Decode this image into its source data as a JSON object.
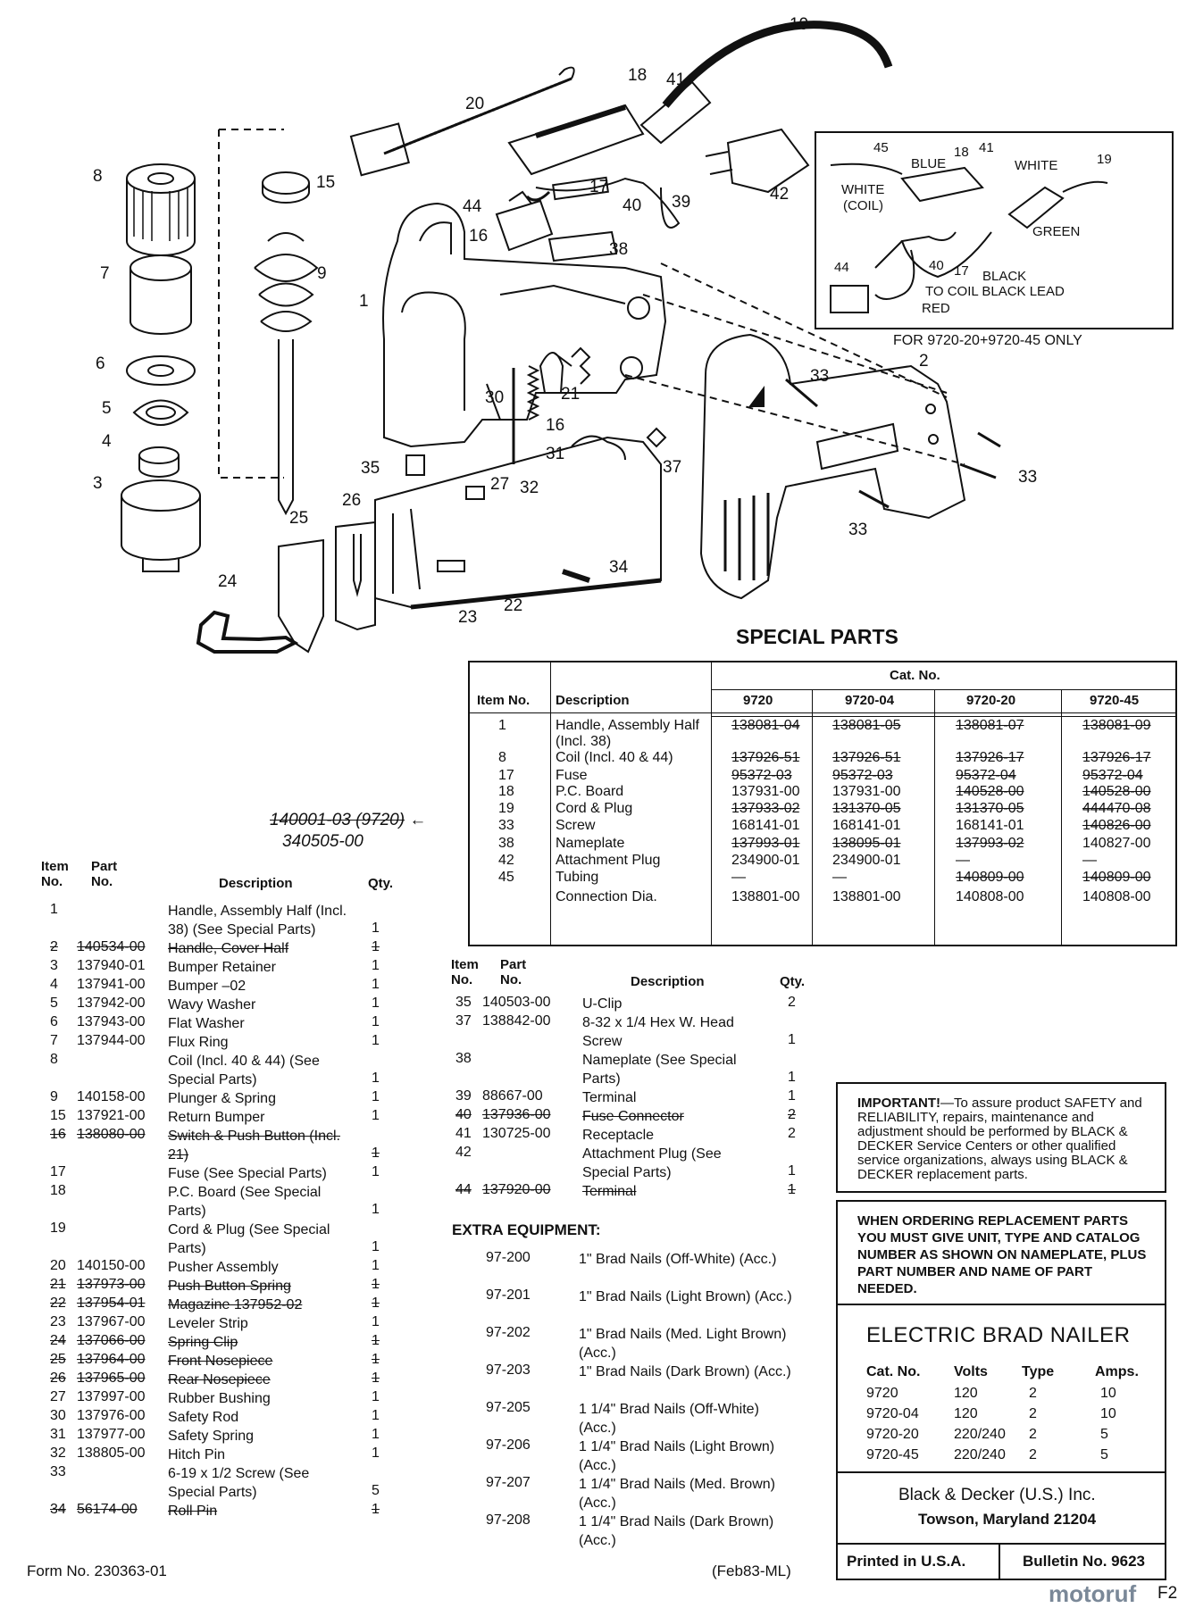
{
  "title": "SPECIAL PARTS",
  "special_table": {
    "col_headers": {
      "item_no": "Item No.",
      "description": "Description",
      "cat_no": "Cat. No."
    },
    "models": [
      "9720",
      "9720-04",
      "9720-20",
      "9720-45"
    ],
    "rows": [
      {
        "item": "1",
        "desc": "Handle, Assembly Half (Incl. 38)",
        "values": [
          "138081-04",
          "138081-05",
          "138081-07",
          "138081-09"
        ],
        "struck": [
          true,
          true,
          true,
          true
        ]
      },
      {
        "item": "8",
        "desc": "Coil (Incl. 40 & 44)",
        "values": [
          "137926-51",
          "137926-51",
          "137926-17",
          "137926-17"
        ],
        "struck": [
          true,
          true,
          true,
          true
        ]
      },
      {
        "item": "17",
        "desc": "Fuse",
        "values": [
          "95372-03",
          "95372-03",
          "95372-04",
          "95372-04"
        ],
        "struck": [
          true,
          true,
          true,
          true
        ]
      },
      {
        "item": "18",
        "desc": "P.C. Board",
        "values": [
          "137931-00",
          "137931-00",
          "140528-00",
          "140528-00"
        ],
        "struck": [
          false,
          false,
          true,
          true
        ]
      },
      {
        "item": "19",
        "desc": "Cord & Plug",
        "values": [
          "137933-02",
          "131370-05",
          "131370-05",
          "444470-08"
        ],
        "struck": [
          true,
          true,
          true,
          true
        ]
      },
      {
        "item": "33",
        "desc": "Screw",
        "values": [
          "168141-01",
          "168141-01",
          "168141-01",
          "140826-00"
        ],
        "struck": [
          false,
          false,
          false,
          true
        ]
      },
      {
        "item": "38",
        "desc": "Nameplate",
        "values": [
          "137993-01",
          "138095-01",
          "137993-02",
          "140827-00"
        ],
        "struck": [
          true,
          true,
          true,
          false
        ]
      },
      {
        "item": "42",
        "desc": "Attachment Plug",
        "values": [
          "234900-01",
          "234900-01",
          "—",
          "—"
        ],
        "struck": [
          false,
          false,
          false,
          false
        ]
      },
      {
        "item": "45",
        "desc": "Tubing",
        "values": [
          "—",
          "—",
          "140809-00",
          "140809-00"
        ],
        "struck": [
          false,
          false,
          true,
          true
        ]
      },
      {
        "item": "",
        "desc": "Connection Dia.",
        "values": [
          "138801-00",
          "138801-00",
          "140808-00",
          "140808-00"
        ],
        "struck": [
          false,
          false,
          false,
          false
        ]
      }
    ],
    "handwritten_note_1": "140001-03 (9720)",
    "handwritten_note_2": "340505-00"
  },
  "parts_list_left": {
    "headers": {
      "item": "Item No.",
      "part": "Part No.",
      "description": "Description",
      "qty": "Qty."
    },
    "rows": [
      {
        "item": "1",
        "part": "",
        "desc": "Handle, Assembly Half (Incl. 38) (See Special Parts)",
        "qty": "1",
        "struck": false
      },
      {
        "item": "2",
        "part": "140534-00",
        "desc": "Handle, Cover Half",
        "qty": "1",
        "struck": true
      },
      {
        "item": "3",
        "part": "137940-01",
        "desc": "Bumper Retainer",
        "qty": "1",
        "struck": false
      },
      {
        "item": "4",
        "part": "137941-00",
        "desc": "Bumper –02",
        "qty": "1",
        "struck": false
      },
      {
        "item": "5",
        "part": "137942-00",
        "desc": "Wavy Washer",
        "qty": "1",
        "struck": false
      },
      {
        "item": "6",
        "part": "137943-00",
        "desc": "Flat Washer",
        "qty": "1",
        "struck": false
      },
      {
        "item": "7",
        "part": "137944-00",
        "desc": "Flux Ring",
        "qty": "1",
        "struck": false
      },
      {
        "item": "8",
        "part": "",
        "desc": "Coil (Incl. 40 & 44) (See Special Parts)",
        "qty": "1",
        "struck": false
      },
      {
        "item": "9",
        "part": "140158-00",
        "desc": "Plunger & Spring",
        "qty": "1",
        "struck": false
      },
      {
        "item": "15",
        "part": "137921-00",
        "desc": "Return Bumper",
        "qty": "1",
        "struck": false
      },
      {
        "item": "16",
        "part": "138080-00",
        "desc": "Switch & Push Button (Incl. 21)",
        "qty": "1",
        "struck": true
      },
      {
        "item": "17",
        "part": "",
        "desc": "Fuse (See Special Parts)",
        "qty": "1",
        "struck": false
      },
      {
        "item": "18",
        "part": "",
        "desc": "P.C. Board (See Special Parts)",
        "qty": "1",
        "struck": false
      },
      {
        "item": "19",
        "part": "",
        "desc": "Cord & Plug (See Special Parts)",
        "qty": "1",
        "struck": false
      },
      {
        "item": "20",
        "part": "140150-00",
        "desc": "Pusher Assembly",
        "qty": "1",
        "struck": false
      },
      {
        "item": "21",
        "part": "137973-00",
        "desc": "Push Button Spring",
        "qty": "1",
        "struck": true
      },
      {
        "item": "22",
        "part": "137954-01",
        "desc": "Magazine 137952-02",
        "qty": "1",
        "struck": true
      },
      {
        "item": "23",
        "part": "137967-00",
        "desc": "Leveler Strip",
        "qty": "1",
        "struck": false
      },
      {
        "item": "24",
        "part": "137066-00",
        "desc": "Spring Clip",
        "qty": "1",
        "struck": true
      },
      {
        "item": "25",
        "part": "137964-00",
        "desc": "Front Nosepiece",
        "qty": "1",
        "struck": true
      },
      {
        "item": "26",
        "part": "137965-00",
        "desc": "Rear Nosepiece",
        "qty": "1",
        "struck": true
      },
      {
        "item": "27",
        "part": "137997-00",
        "desc": "Rubber Bushing",
        "qty": "1",
        "struck": false
      },
      {
        "item": "30",
        "part": "137976-00",
        "desc": "Safety Rod",
        "qty": "1",
        "struck": false
      },
      {
        "item": "31",
        "part": "137977-00",
        "desc": "Safety Spring",
        "qty": "1",
        "struck": false
      },
      {
        "item": "32",
        "part": "138805-00",
        "desc": "Hitch Pin",
        "qty": "1",
        "struck": false
      },
      {
        "item": "33",
        "part": "",
        "desc": "6-19 x 1/2 Screw (See Special Parts)",
        "qty": "5",
        "struck": false
      },
      {
        "item": "34",
        "part": "56174-00",
        "desc": "Roll Pin",
        "qty": "1",
        "struck": true
      }
    ]
  },
  "parts_list_mid": {
    "headers": {
      "item": "Item No.",
      "part": "Part No.",
      "description": "Description",
      "qty": "Qty."
    },
    "rows": [
      {
        "item": "35",
        "part": "140503-00",
        "desc": "U-Clip",
        "qty": "2",
        "struck": false
      },
      {
        "item": "37",
        "part": "138842-00",
        "desc": "8-32 x 1/4 Hex W. Head Screw",
        "qty": "1",
        "struck": false
      },
      {
        "item": "38",
        "part": "",
        "desc": "Nameplate (See Special Parts)",
        "qty": "1",
        "struck": false
      },
      {
        "item": "39",
        "part": "88667-00",
        "desc": "Terminal",
        "qty": "1",
        "struck": false
      },
      {
        "item": "40",
        "part": "137936-00",
        "desc": "Fuse Connector",
        "qty": "2",
        "struck": true
      },
      {
        "item": "41",
        "part": "130725-00",
        "desc": "Receptacle",
        "qty": "2",
        "struck": false
      },
      {
        "item": "42",
        "part": "",
        "desc": "Attachment Plug (See Special Parts)",
        "qty": "1",
        "struck": false
      },
      {
        "item": "44",
        "part": "137920-00",
        "desc": "Terminal",
        "qty": "1",
        "struck": true
      }
    ]
  },
  "extra_equipment": {
    "title": "EXTRA EQUIPMENT:",
    "items": [
      {
        "no": "97-200",
        "desc": "1\" Brad Nails (Off-White) (Acc.)"
      },
      {
        "no": "97-201",
        "desc": "1\" Brad Nails (Light Brown) (Acc.)"
      },
      {
        "no": "97-202",
        "desc": "1\" Brad Nails (Med. Light Brown) (Acc.)"
      },
      {
        "no": "97-203",
        "desc": "1\" Brad Nails (Dark Brown) (Acc.)"
      },
      {
        "no": "97-205",
        "desc": "1 1/4\" Brad Nails (Off-White) (Acc.)"
      },
      {
        "no": "97-206",
        "desc": "1 1/4\" Brad Nails (Light Brown) (Acc.)"
      },
      {
        "no": "97-207",
        "desc": "1 1/4\" Brad Nails (Med. Brown) (Acc.)"
      },
      {
        "no": "97-208",
        "desc": "1 1/4\" Brad Nails (Dark Brown) (Acc.)"
      }
    ]
  },
  "important": {
    "lead": "IMPORTANT!",
    "text": "—To assure product SAFETY and RELIABILITY, repairs, maintenance and adjustment should be performed by BLACK & DECKER Service Centers or other qualified service organizations, always using BLACK & DECKER replacement parts."
  },
  "ordering_note": "WHEN ORDERING REPLACEMENT PARTS YOU MUST GIVE UNIT, TYPE AND CATALOG NUMBER AS SHOWN ON NAMEPLATE, PLUS PART NUMBER AND NAME OF PART NEEDED.",
  "product": {
    "title": "ELECTRIC BRAD NAILER",
    "headers": [
      "Cat. No.",
      "Volts",
      "Type",
      "Amps."
    ],
    "rows": [
      [
        "9720",
        "120",
        "2",
        "10"
      ],
      [
        "9720-04",
        "120",
        "2",
        "10"
      ],
      [
        "9720-20",
        "220/240",
        "2",
        "5"
      ],
      [
        "9720-45",
        "220/240",
        "2",
        "5"
      ]
    ]
  },
  "manufacturer": {
    "name": "Black & Decker (U.S.) Inc.",
    "address": "Towson, Maryland 21204"
  },
  "footer": {
    "printed": "Printed in U.S.A.",
    "bulletin": "Bulletin No. 9623",
    "form": "Form No. 230363-01",
    "date": "(Feb83-ML)",
    "watermark": "motoruf",
    "page": "F2"
  },
  "inset": {
    "labels": {
      "blue": "BLUE",
      "white": "WHITE",
      "white_coil": "WHITE (COIL)",
      "green": "GREEN",
      "black": "BLACK",
      "to_coil": "TO COIL BLACK LEAD",
      "red": "RED"
    },
    "caption": "FOR 9720-20+9720-45 ONLY"
  },
  "callouts": [
    "1",
    "2",
    "3",
    "4",
    "5",
    "6",
    "7",
    "8",
    "9",
    "15",
    "16",
    "16",
    "17",
    "18",
    "18",
    "19",
    "19",
    "20",
    "21",
    "22",
    "23",
    "24",
    "25",
    "26",
    "27",
    "30",
    "31",
    "32",
    "33",
    "33",
    "33",
    "34",
    "35",
    "37",
    "38",
    "39",
    "40",
    "40",
    "41",
    "41",
    "42",
    "44",
    "44",
    "45",
    "17"
  ]
}
